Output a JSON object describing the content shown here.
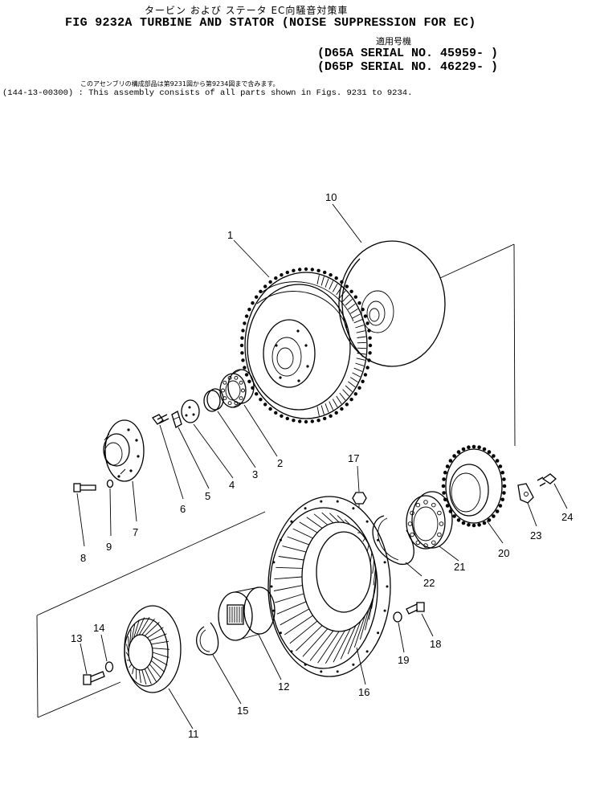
{
  "header": {
    "jp_title": "タービン および ステータ EC向騒音対策車",
    "title": "FIG 9232A TURBINE AND STATOR (NOISE SUPPRESSION FOR EC)",
    "jp_serial_label": "適用号機",
    "serial_d65a": "(D65A SERIAL NO. 45959- )",
    "serial_d65p": "(D65P SERIAL NO. 46229- )",
    "jp_note": "このアセンブリの構成部品は第9231図から第9234図まで含みます。",
    "assembly_note": "(144-13-00300) : This assembly consists of all parts shown in Figs. 9231 to 9234."
  },
  "callouts": [
    "1",
    "2",
    "3",
    "4",
    "5",
    "6",
    "7",
    "8",
    "9",
    "10",
    "11",
    "12",
    "13",
    "14",
    "15",
    "16",
    "17",
    "18",
    "19",
    "20",
    "21",
    "22",
    "23",
    "24"
  ],
  "colors": {
    "ink": "#000000",
    "paper": "#ffffff"
  }
}
